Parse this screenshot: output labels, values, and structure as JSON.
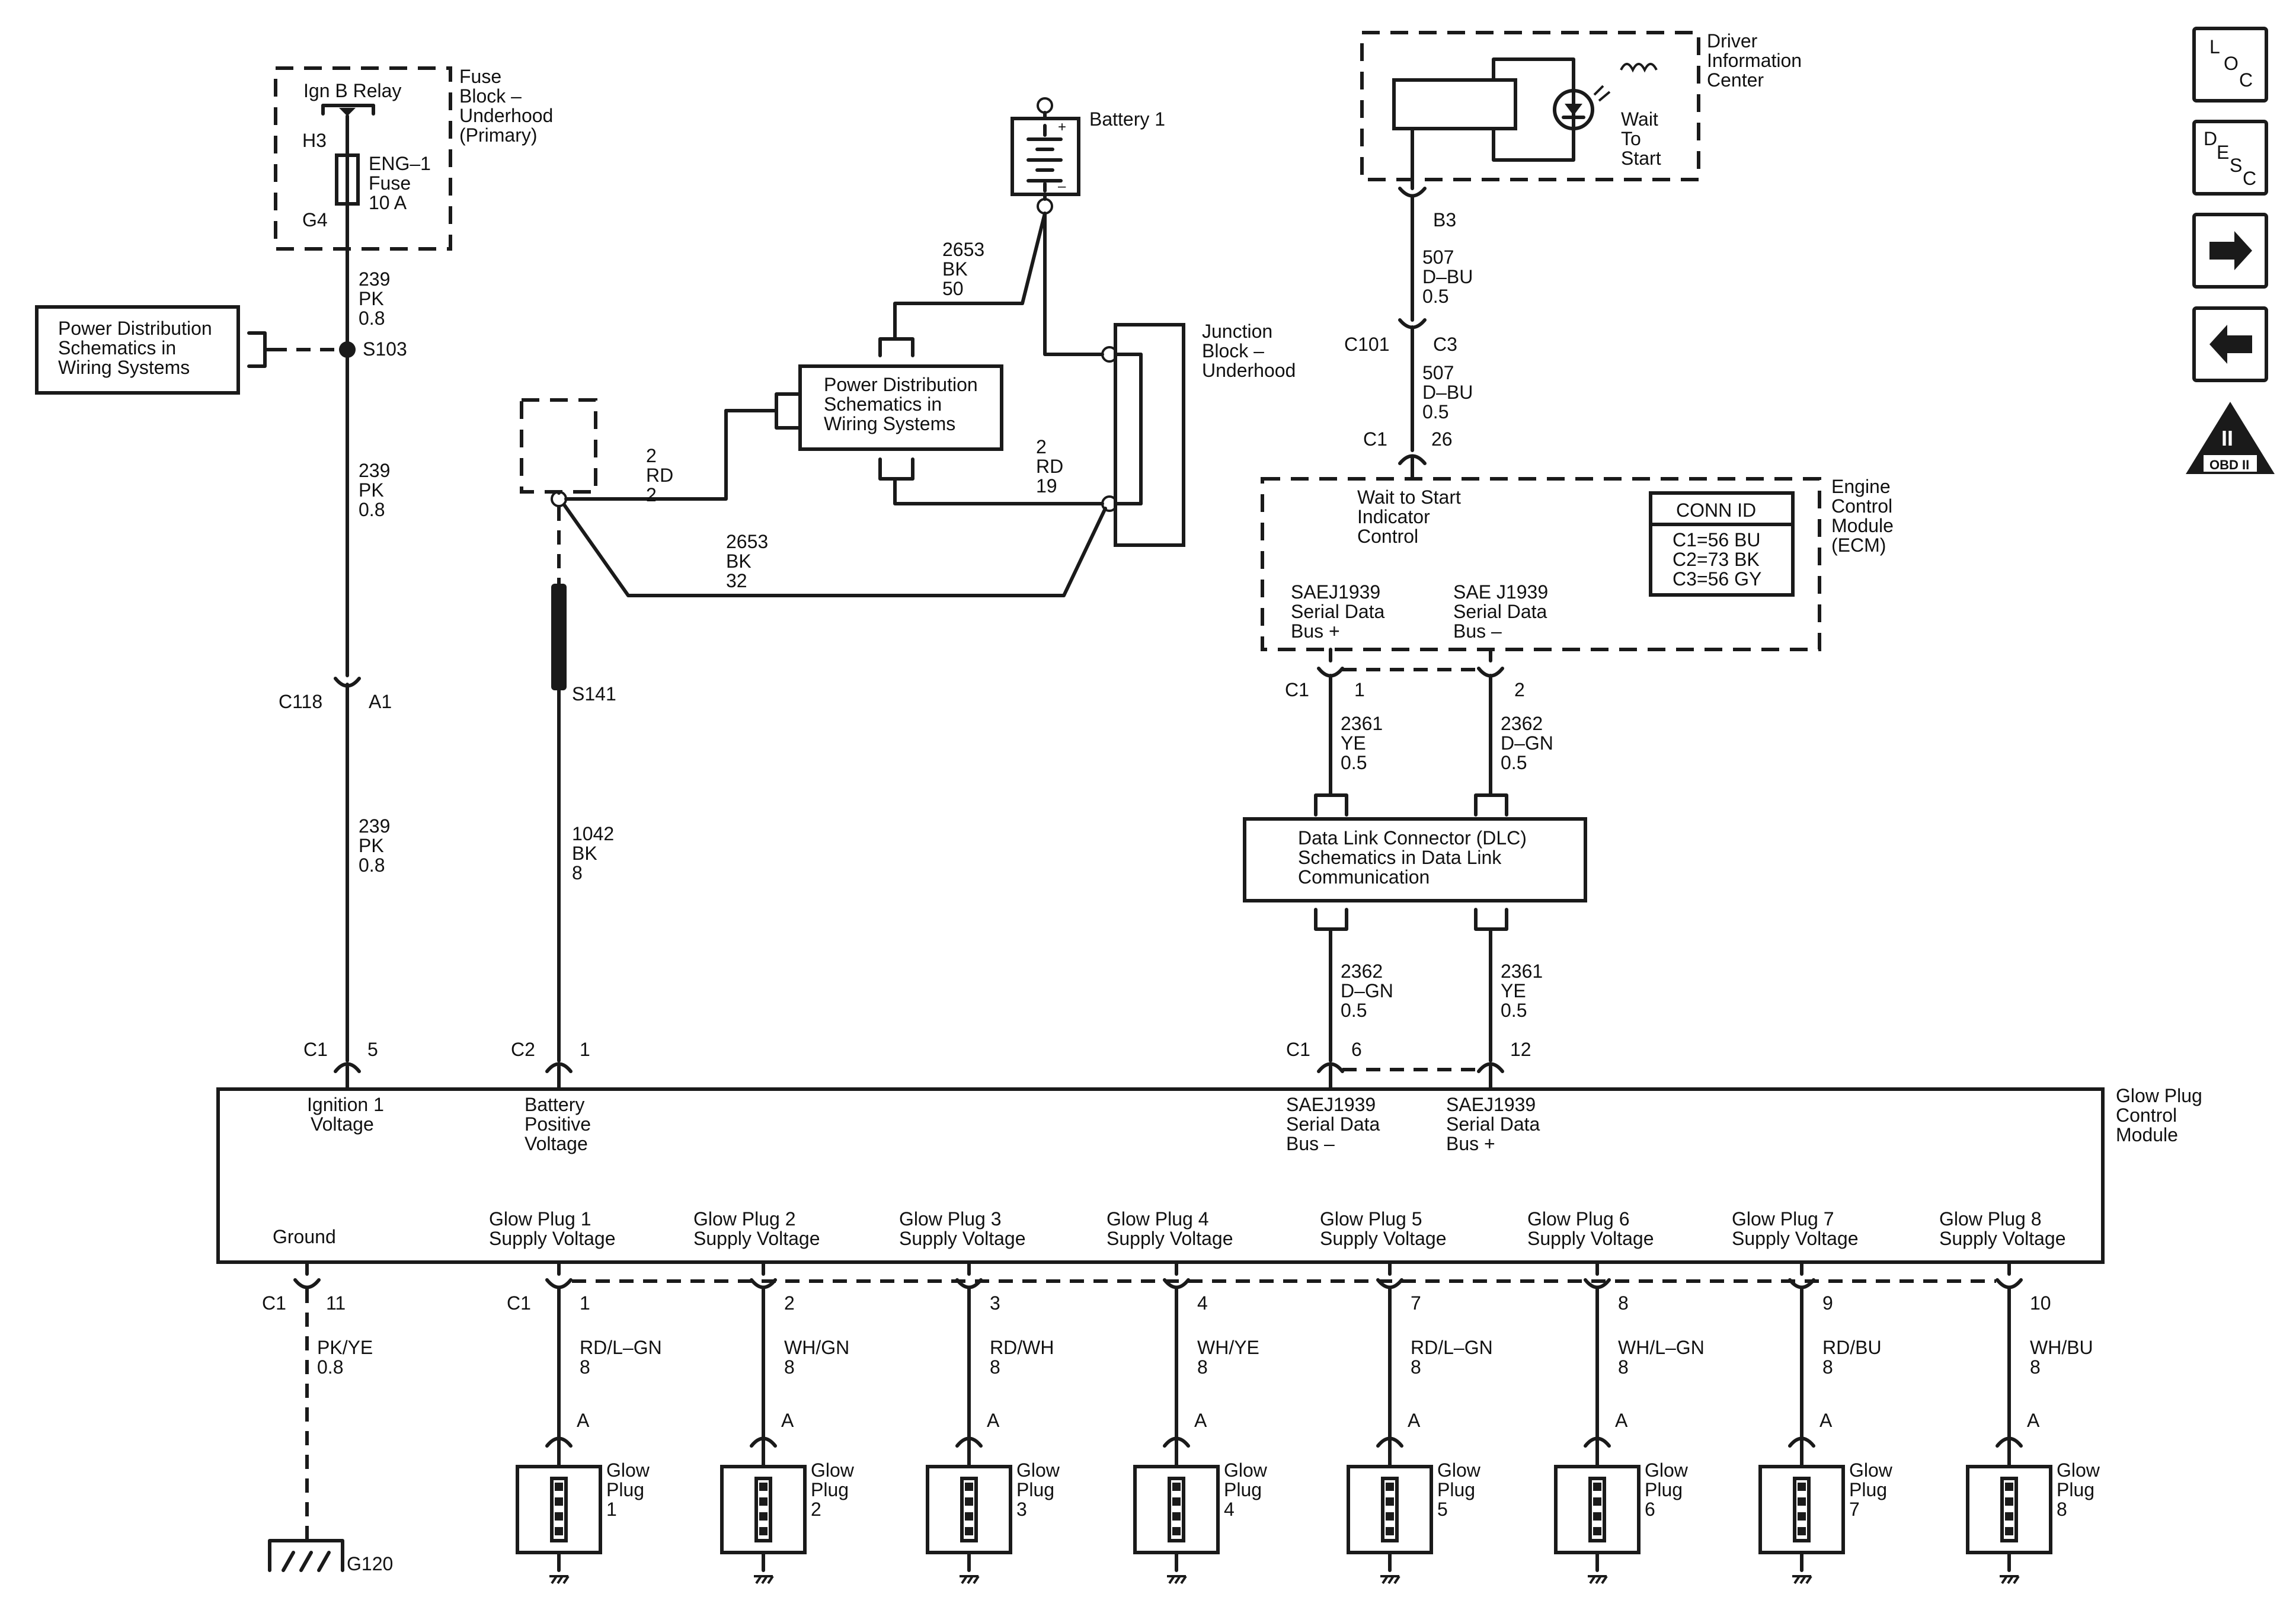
{
  "fuse_block": {
    "title": [
      "Fuse",
      "Block –",
      "Underhood",
      "(Primary)"
    ],
    "relay": "Ign B Relay",
    "pin_top": "H3",
    "pin_bottom": "G4",
    "fuse": [
      "ENG–1",
      "Fuse",
      "10 A"
    ]
  },
  "pd_left": [
    "Power Distribution",
    "Schematics in",
    "Wiring Systems"
  ],
  "pd_center": [
    "Power Distribution",
    "Schematics in",
    "Wiring Systems"
  ],
  "splice_s103": "S103",
  "splice_s141": "S141",
  "battery": {
    "label": "Battery 1",
    "plus": "+",
    "minus": "–"
  },
  "junction_block": [
    "Junction",
    "Block –",
    "Underhood"
  ],
  "wires": {
    "w239_a": [
      "239",
      "PK",
      "0.8"
    ],
    "w239_b": [
      "239",
      "PK",
      "0.8"
    ],
    "w239_c": [
      "239",
      "PK",
      "0.8"
    ],
    "w2653_50": [
      "2653",
      "BK",
      "50"
    ],
    "w2_rd_2": [
      "2",
      "RD",
      "2"
    ],
    "w2_rd_19": [
      "2",
      "RD",
      "19"
    ],
    "w2653_32": [
      "2653",
      "BK",
      "32"
    ],
    "w1042": [
      "1042",
      "BK",
      "8"
    ],
    "w507_a": [
      "507",
      "D–BU",
      "0.5"
    ],
    "w507_b": [
      "507",
      "D–BU",
      "0.5"
    ],
    "w2361_a": [
      "2361",
      "YE",
      "0.5"
    ],
    "w2362_a": [
      "2362",
      "D–GN",
      "0.5"
    ],
    "w2362_b": [
      "2362",
      "D–GN",
      "0.5"
    ],
    "w2361_b": [
      "2361",
      "YE",
      "0.5"
    ],
    "ground": [
      "PK/YE",
      "0.8"
    ]
  },
  "connectors": {
    "c118": "C118",
    "c118_pin": "A1",
    "c1_5": "C1",
    "pin5": "5",
    "c2_1": "C2",
    "pin1": "1",
    "dic_b3": "B3",
    "c101": "C101",
    "c101_pin": "C3",
    "ecm_c1": "C1",
    "ecm_26": "26",
    "ecm_dl_c1": "C1",
    "ecm_dl_1": "1",
    "ecm_dl_2": "2",
    "gpcm_c1": "C1",
    "gpcm_6": "6",
    "gpcm_12": "12",
    "gnd_c1": "C1",
    "gnd_11": "11",
    "gp_c1": "C1"
  },
  "dic": {
    "title": [
      "Driver",
      "Information",
      "Center"
    ],
    "lamp": [
      "Wait",
      "To",
      "Start"
    ]
  },
  "ecm": {
    "title": [
      "Engine",
      "Control",
      "Module",
      "(ECM)"
    ],
    "wts": [
      "Wait to Start",
      "Indicator",
      "Control"
    ],
    "bus_plus": [
      "SAEJ1939",
      "Serial Data",
      "Bus +"
    ],
    "bus_minus": [
      "SAE J1939",
      "Serial Data",
      "Bus –"
    ],
    "conn_id_title": "CONN ID",
    "conn_id": [
      "C1=56 BU",
      "C2=73 BK",
      "C3=56 GY"
    ]
  },
  "dlc": [
    "Data Link Connector (DLC)",
    "Schematics in Data Link",
    "Communication"
  ],
  "gpcm": {
    "title": [
      "Glow Plug",
      "Control",
      "Module"
    ],
    "ign": [
      "Ignition 1",
      "Voltage"
    ],
    "batt": [
      "Battery",
      "Positive",
      "Voltage"
    ],
    "bus_minus": [
      "SAEJ1939",
      "Serial Data",
      "Bus –"
    ],
    "bus_plus": [
      "SAEJ1939",
      "Serial Data",
      "Bus +"
    ],
    "ground": "Ground"
  },
  "glow_plugs": [
    {
      "supply": [
        "Glow Plug 1",
        "Supply Voltage"
      ],
      "pin": "1",
      "wire": [
        "RD/L–GN",
        "8"
      ],
      "name": [
        "Glow",
        "Plug",
        "1"
      ],
      "a": "A"
    },
    {
      "supply": [
        "Glow Plug 2",
        "Supply Voltage"
      ],
      "pin": "2",
      "wire": [
        "WH/GN",
        "8"
      ],
      "name": [
        "Glow",
        "Plug",
        "2"
      ],
      "a": "A"
    },
    {
      "supply": [
        "Glow Plug 3",
        "Supply Voltage"
      ],
      "pin": "3",
      "wire": [
        "RD/WH",
        "8"
      ],
      "name": [
        "Glow",
        "Plug",
        "3"
      ],
      "a": "A"
    },
    {
      "supply": [
        "Glow Plug 4",
        "Supply Voltage"
      ],
      "pin": "4",
      "wire": [
        "WH/YE",
        "8"
      ],
      "name": [
        "Glow",
        "Plug",
        "4"
      ],
      "a": "A"
    },
    {
      "supply": [
        "Glow Plug 5",
        "Supply Voltage"
      ],
      "pin": "7",
      "wire": [
        "RD/L–GN",
        "8"
      ],
      "name": [
        "Glow",
        "Plug",
        "5"
      ],
      "a": "A"
    },
    {
      "supply": [
        "Glow Plug 6",
        "Supply Voltage"
      ],
      "pin": "8",
      "wire": [
        "WH/L–GN",
        "8"
      ],
      "name": [
        "Glow",
        "Plug",
        "6"
      ],
      "a": "A"
    },
    {
      "supply": [
        "Glow Plug 7",
        "Supply Voltage"
      ],
      "pin": "9",
      "wire": [
        "RD/BU",
        "8"
      ],
      "name": [
        "Glow",
        "Plug",
        "7"
      ],
      "a": "A"
    },
    {
      "supply": [
        "Glow Plug 8",
        "Supply Voltage"
      ],
      "pin": "10",
      "wire": [
        "WH/BU",
        "8"
      ],
      "name": [
        "Glow",
        "Plug",
        "8"
      ],
      "a": "A"
    }
  ],
  "ground_label": "G120",
  "nav": {
    "loc": [
      "L",
      "O",
      "C"
    ],
    "desc": [
      "D",
      "E",
      "S",
      "C"
    ],
    "next": "next-arrow-icon",
    "prev": "prev-arrow-icon",
    "obd": [
      "II",
      "OBD II"
    ]
  }
}
